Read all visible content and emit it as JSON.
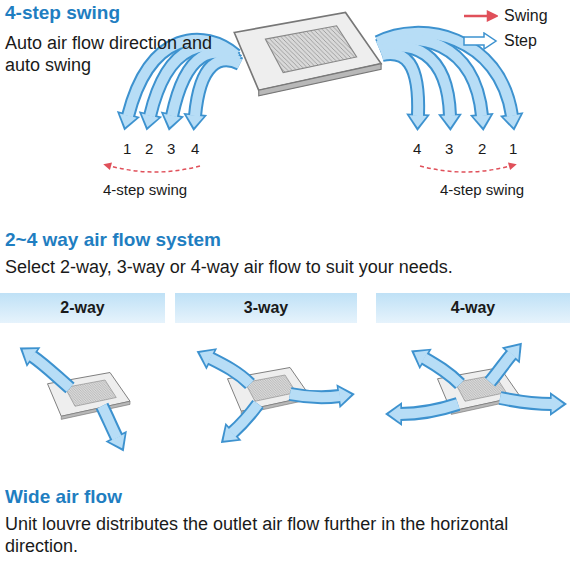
{
  "diagram": {
    "nodes": [
      {
        "text": [
          "2-way"
        ]
      },
      {
        "text": [
          "3-way"
        ]
      },
      {
        "text": [
          "4-way"
        ]
      }
    ],
    "labels": [
      "4-step swing",
      "Auto air flow direction and auto swing",
      "1",
      "2",
      "3",
      "4",
      "4-step swing",
      "4",
      "3",
      "2",
      "1",
      "4-step swing",
      "2~4 way air flow system",
      "Select 2-way, 3-way or 4-way air flow to suit your needs.",
      "Wide air flow",
      "Unit louvre distributes the outlet air flow further in the horizontal direction."
    ],
    "legend": [
      {
        "text": "Swing"
      },
      {
        "text": "Step"
      }
    ]
  }
}
